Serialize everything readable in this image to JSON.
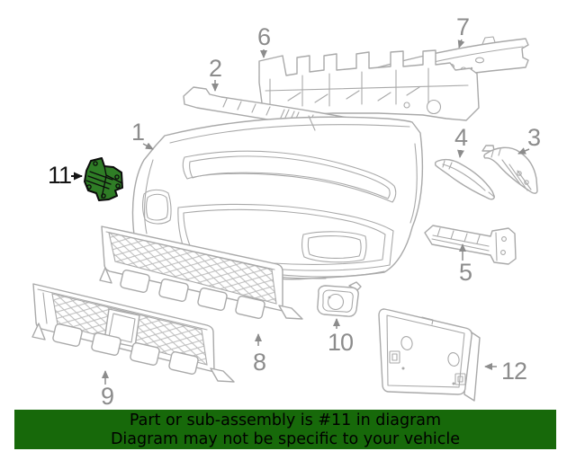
{
  "diagram": {
    "highlighted_part_number": "11",
    "callouts": [
      {
        "label": "1"
      },
      {
        "label": "2"
      },
      {
        "label": "3"
      },
      {
        "label": "4"
      },
      {
        "label": "5"
      },
      {
        "label": "6"
      },
      {
        "label": "7"
      },
      {
        "label": "8"
      },
      {
        "label": "9"
      },
      {
        "label": "10"
      },
      {
        "label": "11",
        "highlighted": true
      },
      {
        "label": "12"
      }
    ]
  },
  "banner": {
    "line1": "Part or sub-assembly is #11 in diagram",
    "line2": "Diagram may not be specific to your vehicle",
    "background_color": "#17690a",
    "text_color": "#000000"
  },
  "colors": {
    "highlight_fill": "#2f7d26",
    "highlight_outline": "#0b0b0b",
    "line_art_gray": "#a9a9a9",
    "callout_gray": "#8c8c8c",
    "callout_black": "#161616",
    "background": "#ffffff"
  }
}
